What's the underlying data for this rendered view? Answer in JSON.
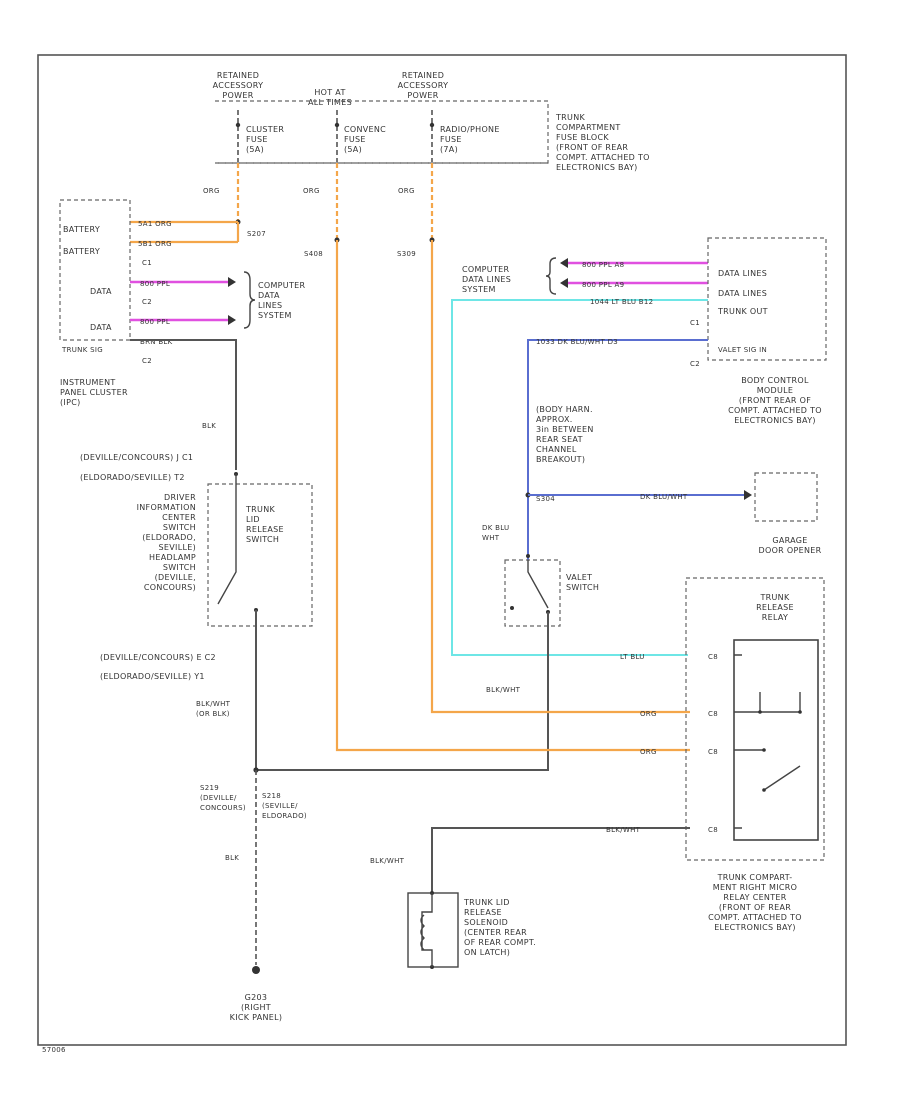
{
  "labels": {
    "ret_acc_power_1": [
      "RETAINED",
      "ACCESSORY",
      "POWER"
    ],
    "hot_at_all_times": [
      "HOT AT",
      "ALL TIMES"
    ],
    "ret_acc_power_2": [
      "RETAINED",
      "ACCESSORY",
      "POWER"
    ],
    "cluster_fuse": [
      "CLUSTER",
      "FUSE",
      "(5A)"
    ],
    "convenc_fuse": [
      "CONVENC",
      "FUSE",
      "(5A)"
    ],
    "radio_fuse": [
      "RADIO/PHONE",
      "FUSE",
      "(7A)"
    ],
    "fuse_block": [
      "TRUNK",
      "COMPARTMENT",
      "FUSE BLOCK",
      "(FRONT OF REAR",
      "COMPT. ATTACHED TO",
      "ELECTRONICS BAY)"
    ],
    "org1": "ORG",
    "org2": "ORG",
    "org3": "ORG",
    "s207": "S207",
    "s408": "S408",
    "s309": "S309",
    "battery_1": "BATTERY",
    "battery_2": "BATTERY",
    "c1_left": "C1",
    "data_1": "DATA",
    "c2_left": "C2",
    "data_2": "DATA",
    "trunk_sig": "TRUNK SIG",
    "wire_a": "5A1  ORG",
    "wire_b": "5B1  ORG",
    "wire_c": "800  PPL",
    "wire_d": "800  PPL",
    "wire_blk": "BRN  BLK",
    "computer_data_left": [
      "COMPUTER",
      "DATA",
      "LINES",
      "SYSTEM"
    ],
    "ipc": [
      "INSTRUMENT",
      "PANEL CLUSTER",
      "(IPC)"
    ],
    "computer_data_right": [
      "COMPUTER",
      "DATA LINES",
      "SYSTEM"
    ],
    "wire_e": "800    PPL    A8",
    "wire_f": "800    PPL    A9",
    "wire_g": "1044  LT BLU  B12",
    "wire_h": "1033      DK BLU/WHT      D3",
    "data_lines_1": "DATA LINES",
    "data_lines_2": "DATA LINES",
    "trunk_out": "TRUNK OUT",
    "c1_right": "C1",
    "valet_sig": "VALET SIG IN",
    "c2_right": "C2",
    "bcm": [
      "BODY CONTROL",
      "MODULE",
      "(FRONT REAR OF",
      "COMPT. ATTACHED TO",
      "ELECTRONICS BAY)"
    ],
    "blk": "BLK",
    "deville_c1": "(DEVILLE/CONCOURS)  J  C1",
    "eldorado_c1": "(ELDORADO/SEVILLE)  T2",
    "dic": [
      "DRIVER",
      "INFORMATION",
      "CENTER",
      "SWITCH",
      "(ELDORADO,",
      "SEVILLE)",
      "HEADLAMP",
      "SWITCH",
      "(DEVILLE,",
      "CONCOURS)"
    ],
    "trunk_lid_switch": [
      "TRUNK",
      "LID",
      "RELEASE",
      "SWITCH"
    ],
    "body_harn": [
      "(BODY HARN.",
      "APPROX.",
      "3in BETWEEN",
      "REAR SEAT",
      "CHANNEL",
      "BREAKOUT)"
    ],
    "s304": "S304",
    "wire_i": "DK BLU/WHT",
    "garage": [
      "GARAGE",
      "DOOR OPENER"
    ],
    "dk_blu_wht": [
      "DK BLU",
      "WHT"
    ],
    "valet_switch": [
      "VALET",
      "SWITCH"
    ],
    "trunk_release_relay": [
      "TRUNK",
      "RELEASE",
      "RELAY"
    ],
    "deville_c2": "(DEVILLE/CONCOURS)  E  C2",
    "eldorado_c2": "(ELDORADO/SEVILLE)  Y1",
    "lt_blu": "LT BLU",
    "blk_wht_1": "BLK/WHT",
    "blk_wht_2": [
      "BLK/WHT",
      "(OR BLK)"
    ],
    "org4": "ORG",
    "org5": "ORG",
    "c4_1": "C8",
    "c4_2": "C8",
    "c4_3": "C8",
    "c4_4": "C8",
    "s219": [
      "S219",
      "(DEVILLE/",
      "CONCOURS)"
    ],
    "s218": [
      "S218",
      "(SEVILLE/",
      "ELDORADO)"
    ],
    "blk_wht_3": "BLK/WHT",
    "relay_center": [
      "TRUNK COMPART-",
      "MENT RIGHT MICRO",
      "RELAY CENTER",
      "(FRONT OF REAR",
      "COMPT. ATTACHED TO",
      "ELECTRONICS BAY)"
    ],
    "blk2": "BLK",
    "blk_wht_4": "BLK/WHT",
    "solenoid": [
      "TRUNK LID",
      "RELEASE",
      "SOLENOID",
      "(CENTER REAR",
      "OF REAR COMPT.",
      "ON LATCH)"
    ],
    "g203": [
      "G203",
      "(RIGHT",
      "KICK PANEL)"
    ],
    "fig_code": "57006"
  }
}
